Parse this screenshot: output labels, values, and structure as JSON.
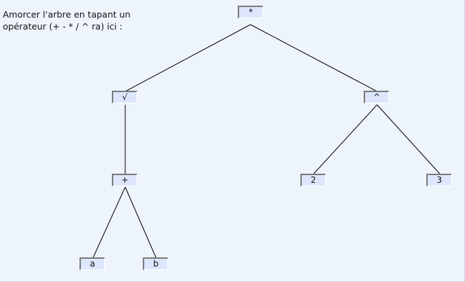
{
  "instruction": {
    "line1": "Amorcer l'arbre en tapant un",
    "line2": "opérateur (+ - * / ^ ra) ici :"
  },
  "tree": {
    "root": "*",
    "sqrt": "√",
    "power": "^",
    "plus": "+",
    "exp_base": "2",
    "exp_exponent": "3",
    "operand_a": "a",
    "operand_b": "b"
  }
}
